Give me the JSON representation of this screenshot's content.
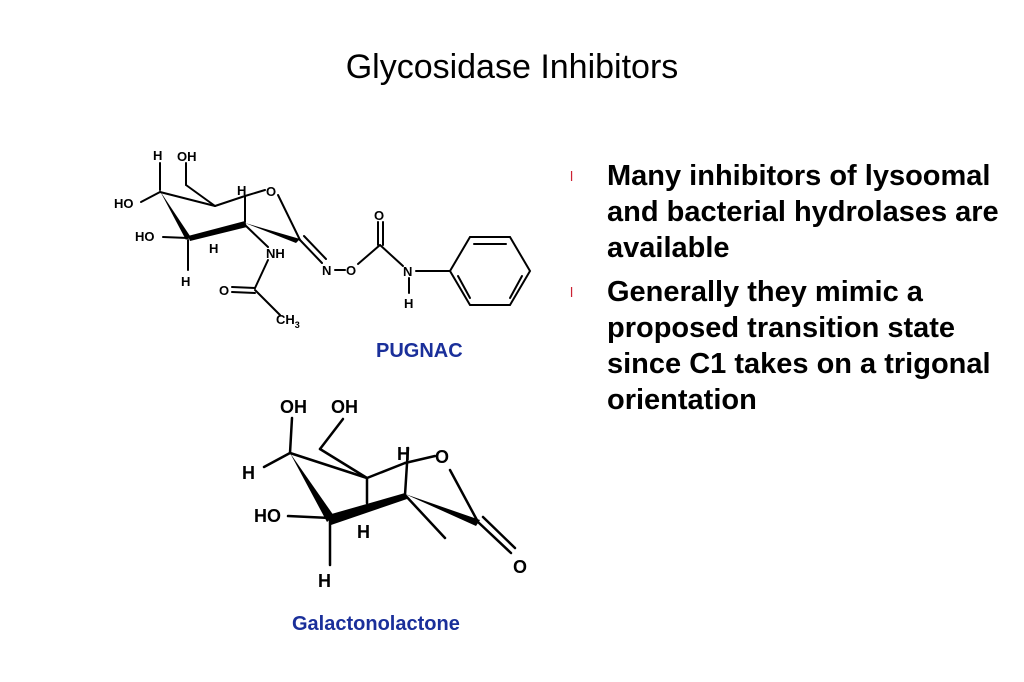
{
  "slide": {
    "title": "Glycosidase Inhibitors",
    "bullet_marker": "l",
    "bullets": [
      "Many inhibitors of lysoomal and bacterial hydrolases are available",
      "Generally they mimic a proposed transition state since C1 takes on a trigonal orientation"
    ]
  },
  "pugnac": {
    "caption": "PUGNAC",
    "atoms": {
      "h_top": "H",
      "oh_top": "OH",
      "ho_upper": "HO",
      "h_c5": "H",
      "o_ring": "O",
      "ho_lower": "HO",
      "h_c3": "H",
      "nh": "NH",
      "h_bottom": "H",
      "o_carbonyl": "O",
      "ch3": "CH",
      "ch3_sub": "3",
      "n_oxime": "N",
      "o_oxime": "O",
      "o_carbamate": "O",
      "n_amide": "N",
      "h_amide": "H"
    }
  },
  "galactonolactone": {
    "caption": "Galactonolactone",
    "atoms": {
      "oh_1": "OH",
      "oh_2": "OH",
      "h_left": "H",
      "h_right": "H",
      "o_ring": "O",
      "ho": "HO",
      "h_mid": "H",
      "h_bottom": "H",
      "o_carbonyl": "O"
    }
  }
}
